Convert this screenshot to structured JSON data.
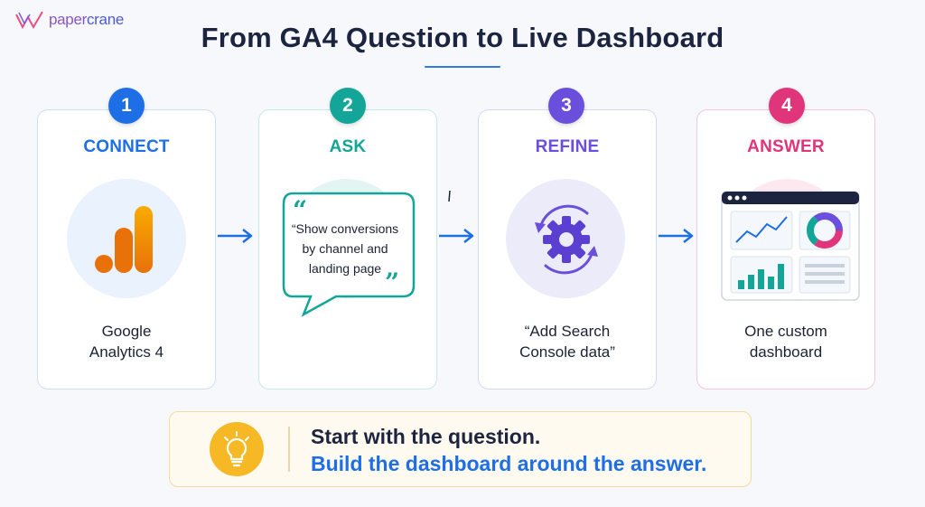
{
  "brand": {
    "logo_text_a": "paper",
    "logo_text_b": "crane"
  },
  "title": "From GA4 Question to Live Dashboard",
  "steps": [
    {
      "number": "1",
      "heading": "CONNECT",
      "caption_line1": "Google",
      "caption_line2": "Analytics 4",
      "icon": "google-analytics-bars-icon",
      "color": "#1e6fe6"
    },
    {
      "number": "2",
      "heading": "ASK",
      "quote_lines": [
        "“Show conversions",
        "by channel and",
        "landing page"
      ],
      "icon": "speech-bubble-icon",
      "color": "#13a598"
    },
    {
      "number": "3",
      "heading": "REFINE",
      "caption_line1": "“Add Search",
      "caption_line2": "Console data”",
      "icon": "gear-refresh-icon",
      "color": "#6a4fdc"
    },
    {
      "number": "4",
      "heading": "ANSWER",
      "caption_line1": "One custom",
      "caption_line2": "dashboard",
      "icon": "dashboard-icon",
      "color": "#e0357b"
    }
  ],
  "banner": {
    "line1": "Start with the question.",
    "line2": "Build the dashboard around the answer.",
    "icon": "lightbulb-icon",
    "accent": "#f6b925"
  }
}
